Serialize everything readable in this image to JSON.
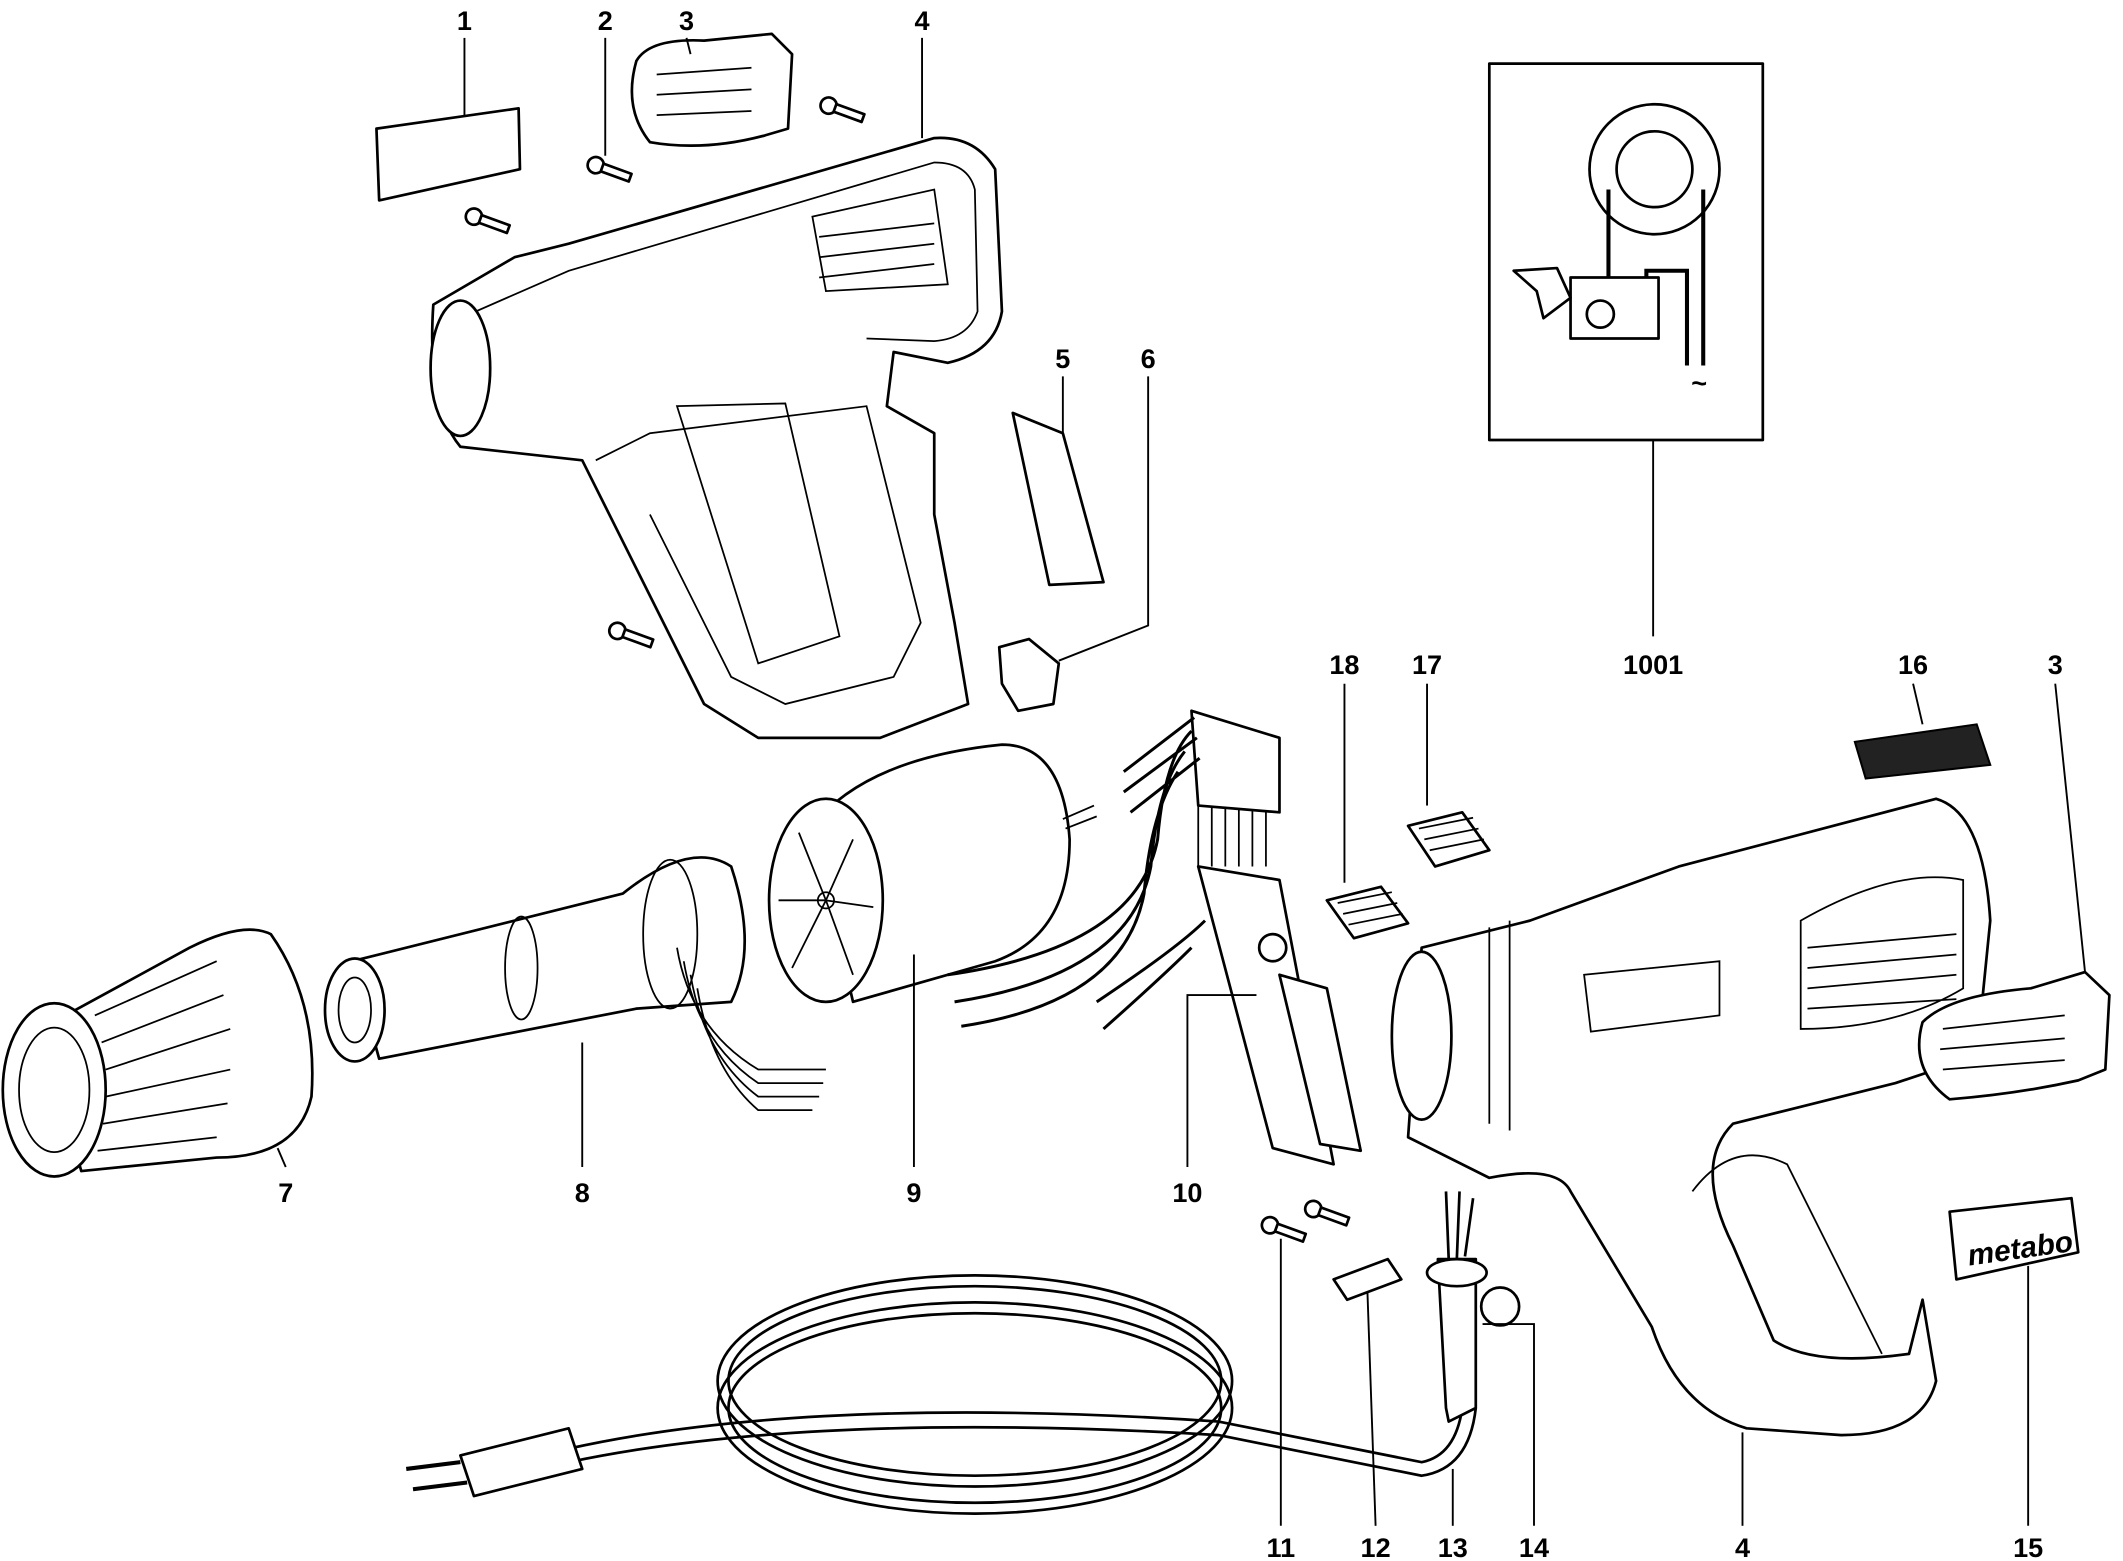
{
  "title": "Exploded parts diagram - heat gun",
  "labels": {
    "p1": "1",
    "p2": "2",
    "p3a": "3",
    "p4a": "4",
    "p5": "5",
    "p6": "6",
    "p7": "7",
    "p8": "8",
    "p9": "9",
    "p10": "10",
    "p11": "11",
    "p12": "12",
    "p13": "13",
    "p14": "14",
    "p4b": "4",
    "p15": "15",
    "p16": "16",
    "p3b": "3",
    "p17": "17",
    "p18": "18",
    "p1001": "1001"
  },
  "logo_text": "metabo",
  "wiring_symbol": "~"
}
